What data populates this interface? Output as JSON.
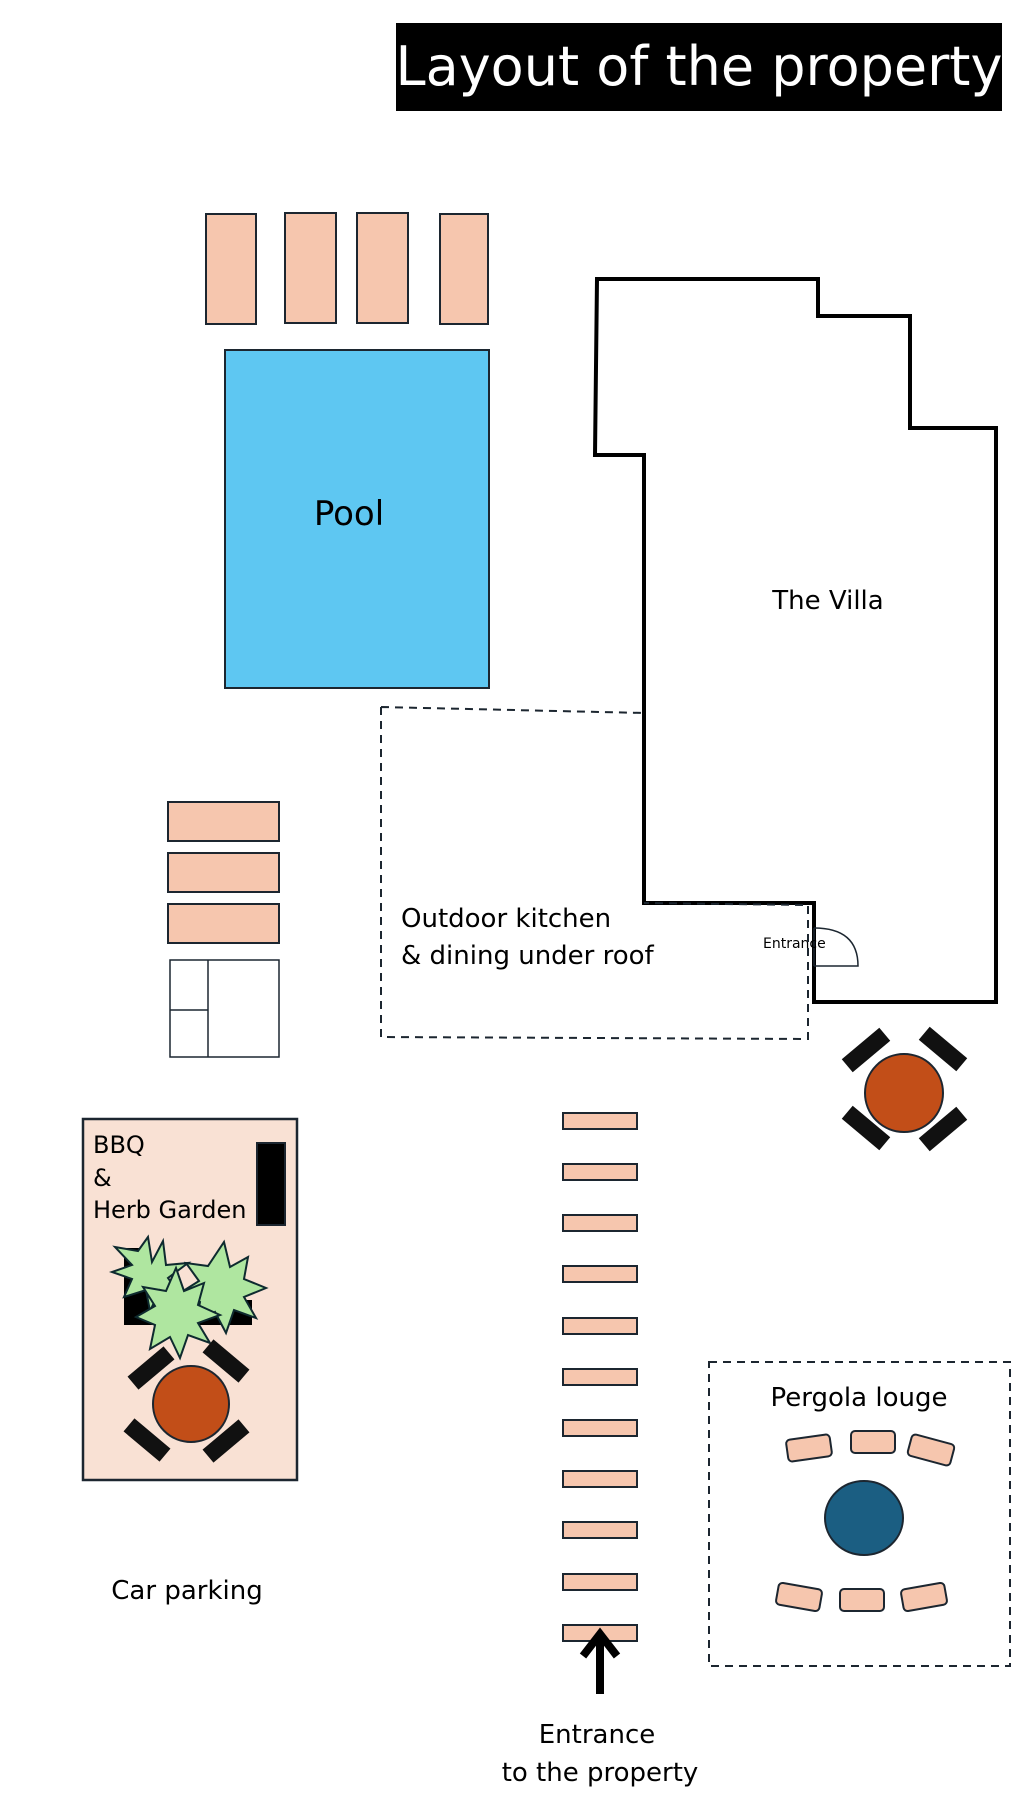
{
  "title": "Layout of the property",
  "labels": {
    "pool": "Pool",
    "villa": "The Villa",
    "kitchen_line1": "Outdoor kitchen",
    "kitchen_line2": "& dining under roof",
    "villa_entrance": "Entrance",
    "bbq_line1": "BBQ",
    "bbq_line2": "&",
    "bbq_line3": "Herb Garden",
    "pergola": "Pergola louge",
    "parking": "Car parking",
    "property_entrance_line1": "Entrance",
    "property_entrance_line2": "to the property"
  },
  "colors": {
    "sunbed": "#F6C6AE",
    "pool": "#5EC7F2",
    "bbq_area": "#F9E1D4",
    "table_orange": "#C24E18",
    "table_blue": "#1B5E82",
    "herb": "#AFE6A0",
    "outline": "#1C2630"
  },
  "icons": {
    "arrow": "arrow-up-icon",
    "herbs": "herb-plant-icon"
  }
}
